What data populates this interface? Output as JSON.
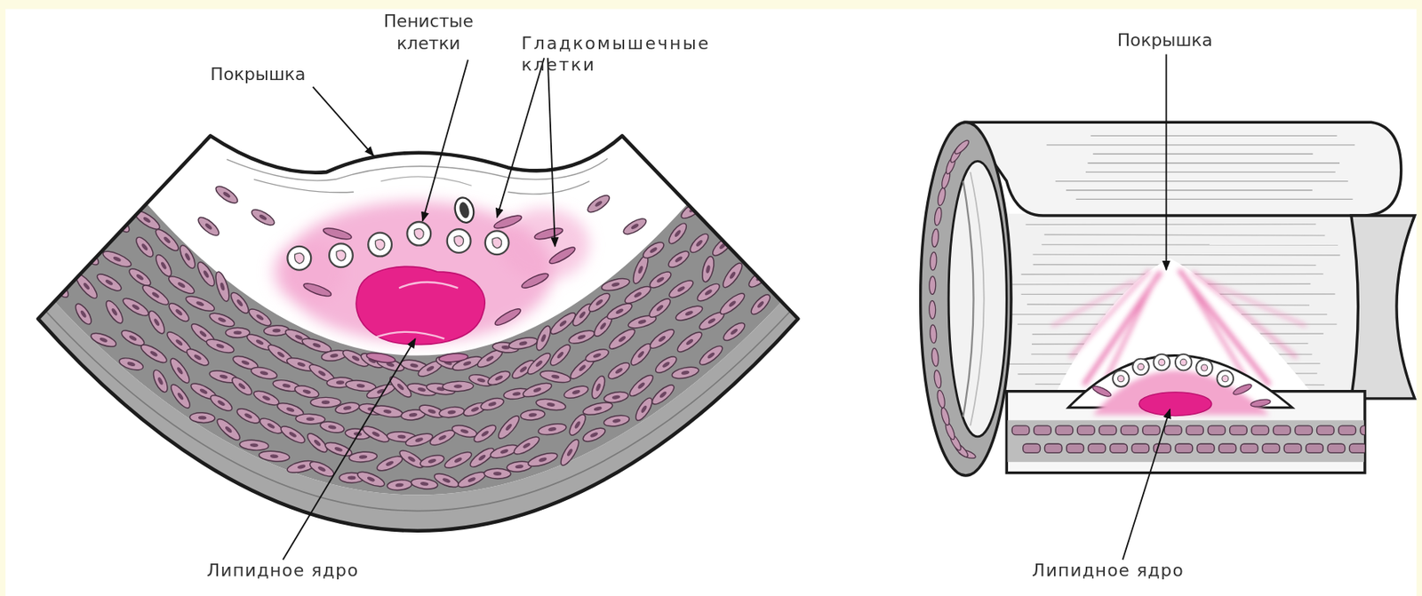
{
  "diagram": {
    "labels": [
      "Покрышка",
      "Пенистые клетки",
      "Гладкомышечные клетки",
      "Липидное ядро",
      "Покрышка",
      "Липидное ядро"
    ]
  }
}
